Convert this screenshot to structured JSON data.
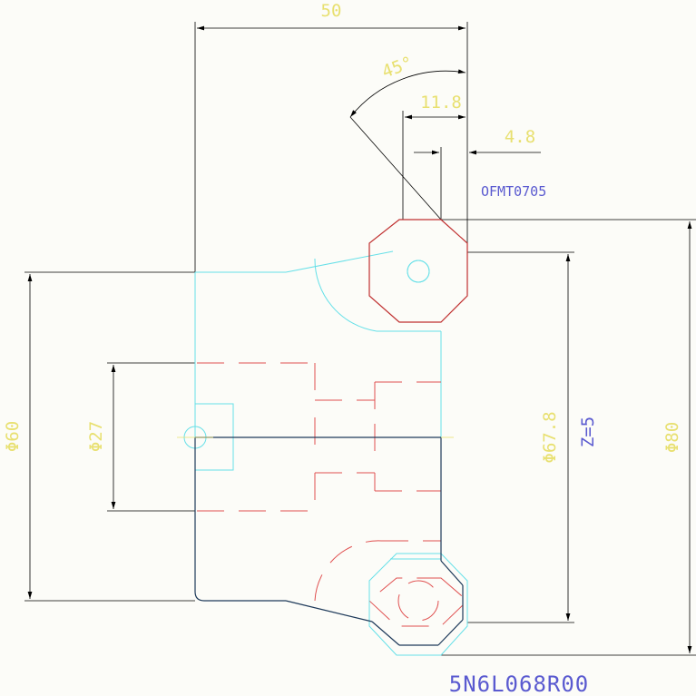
{
  "drawing": {
    "part_number": "5N6L068R00",
    "insert_code": "OFMT0705",
    "dimensions": {
      "width_50": "50",
      "angle_45": "45°",
      "offset_11_8": "11.8",
      "offset_4_8": "4.8",
      "dia_60": "Φ60",
      "dia_27": "Φ27",
      "dia_67_8": "Φ67.8",
      "z5": "Z=5",
      "dia_80": "Φ80"
    },
    "colors": {
      "background": "#fcfcf8",
      "dimension_text": "#e8e070",
      "note_text": "#5a5ad0",
      "dimension_line": "#000000",
      "outline": "#66e0e8",
      "hidden_line": "#e05050",
      "insert": "#c03030",
      "body_outline": "#1e3a5a"
    }
  }
}
